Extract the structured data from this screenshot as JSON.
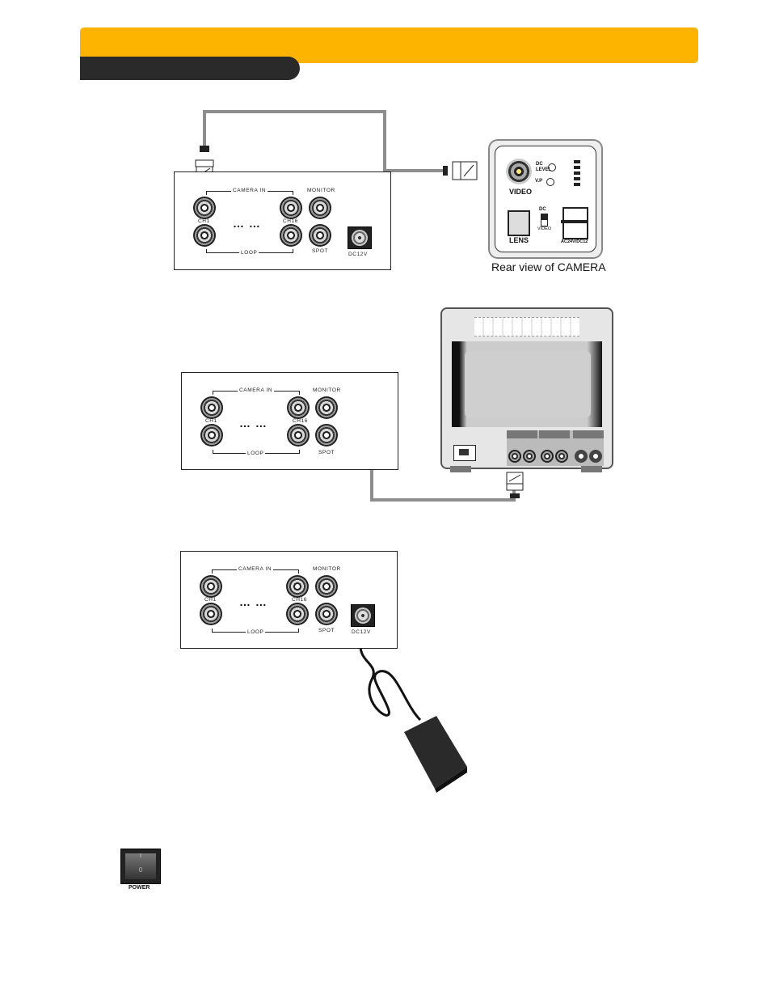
{
  "labels": {
    "camera_in": "CAMERA IN",
    "monitor": "MONITOR",
    "ch1": "CH1",
    "ch16": "CH16",
    "loop": "LOOP",
    "spot": "SPOT",
    "dc12v": "DC12V",
    "ellipsis": "… …"
  },
  "camera": {
    "caption": "Rear view of CAMERA",
    "dc_level": "DC LEVEL",
    "vp": "V.P",
    "video": "VIDEO",
    "lens": "LENS",
    "dc": "DC",
    "video_small": "VIDEO",
    "power": "AC24V/DC12"
  },
  "power_switch": {
    "label": "POWER",
    "on": "I",
    "off": "0"
  },
  "colors": {
    "header": "#fcb400",
    "tab": "#2a2a2a",
    "cable": "#9a9a9a"
  }
}
